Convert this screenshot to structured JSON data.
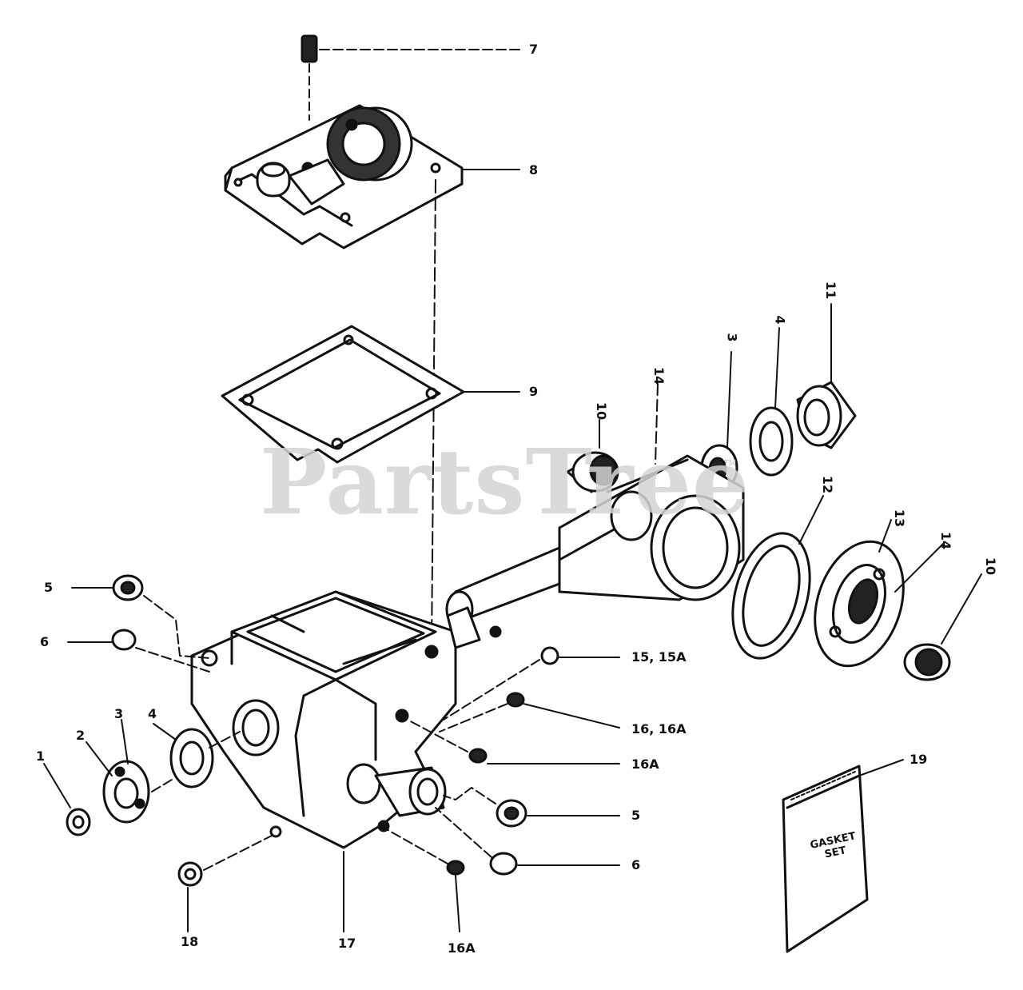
{
  "watermark": "PartsTree",
  "watermark_tm": "TM",
  "bag_text": {
    "line1": "GASKET",
    "line2": "SET"
  },
  "callouts": {
    "c7": "7",
    "c8": "8",
    "c9": "9",
    "c11": "11",
    "c4_top": "4",
    "c3_top": "3",
    "c14_top": "14",
    "c10_top": "10",
    "c12": "12",
    "c13": "13",
    "c14_right": "14",
    "c10_right": "10",
    "c5_left": "5",
    "c6_left": "6",
    "c15": "15, 15A",
    "c16": "16, 16A",
    "c16A_mid": "16A",
    "c19": "19",
    "c1": "1",
    "c2": "2",
    "c3_left": "3",
    "c4_left": "4",
    "c5_right": "5",
    "c6_right": "6",
    "c18": "18",
    "c17": "17",
    "c16A_bottom": "16A"
  }
}
